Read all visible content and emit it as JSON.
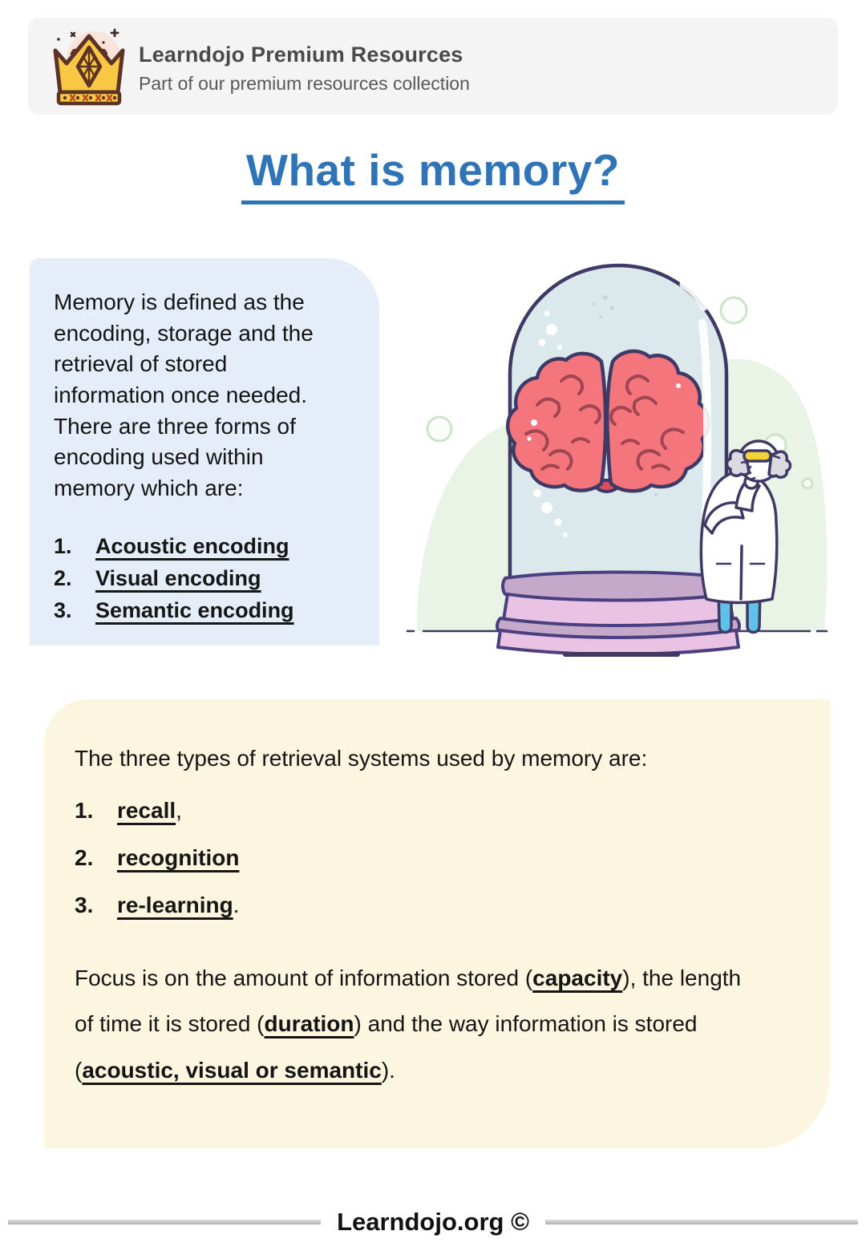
{
  "header": {
    "brand": "Learndojo Premium Resources",
    "tagline": "Part of our premium resources collection",
    "logo_icon": "crown-icon"
  },
  "page_title": "What is memory?",
  "definition_box": {
    "paragraph": "Memory is defined as the\nencoding, storage and the\nretrieval of stored\ninformation once needed.\nThere are three forms of\nencoding used within\nmemory which are:",
    "items": [
      "Acoustic encoding",
      "Visual encoding",
      "Semantic encoding"
    ]
  },
  "illustration": {
    "name": "brain-in-bell-jar-with-scientist",
    "colors": {
      "blob": "#E9F3E6",
      "glass": "#DCE9EC",
      "brain": "#F4767C",
      "brain_dark": "#D8505C",
      "base_pink": "#E9C2E4",
      "base_rim": "#C6A8CA",
      "outline": "#3E3A65",
      "goggles": "#F2D438",
      "legs": "#5EC1E8"
    }
  },
  "retrieval_box": {
    "intro": "The three types of retrieval systems used by memory are:",
    "items": [
      {
        "term": "recall",
        "suffix": ","
      },
      {
        "term": "recognition",
        "suffix": ""
      },
      {
        "term": "re-learning",
        "suffix": "."
      }
    ],
    "focus_segments": [
      {
        "text": "Focus is on the amount of information stored ("
      },
      {
        "text": "capacity",
        "emph": true
      },
      {
        "text": "), the length"
      },
      {
        "br": true
      },
      {
        "text": "of time it is stored ("
      },
      {
        "text": "duration",
        "emph": true
      },
      {
        "text": ") and the way information is stored"
      },
      {
        "br": true
      },
      {
        "text": "("
      },
      {
        "text": "acoustic, visual or semantic",
        "emph": true
      },
      {
        "text": ")."
      }
    ]
  },
  "footer": {
    "text": "Learndojo.org ©"
  }
}
